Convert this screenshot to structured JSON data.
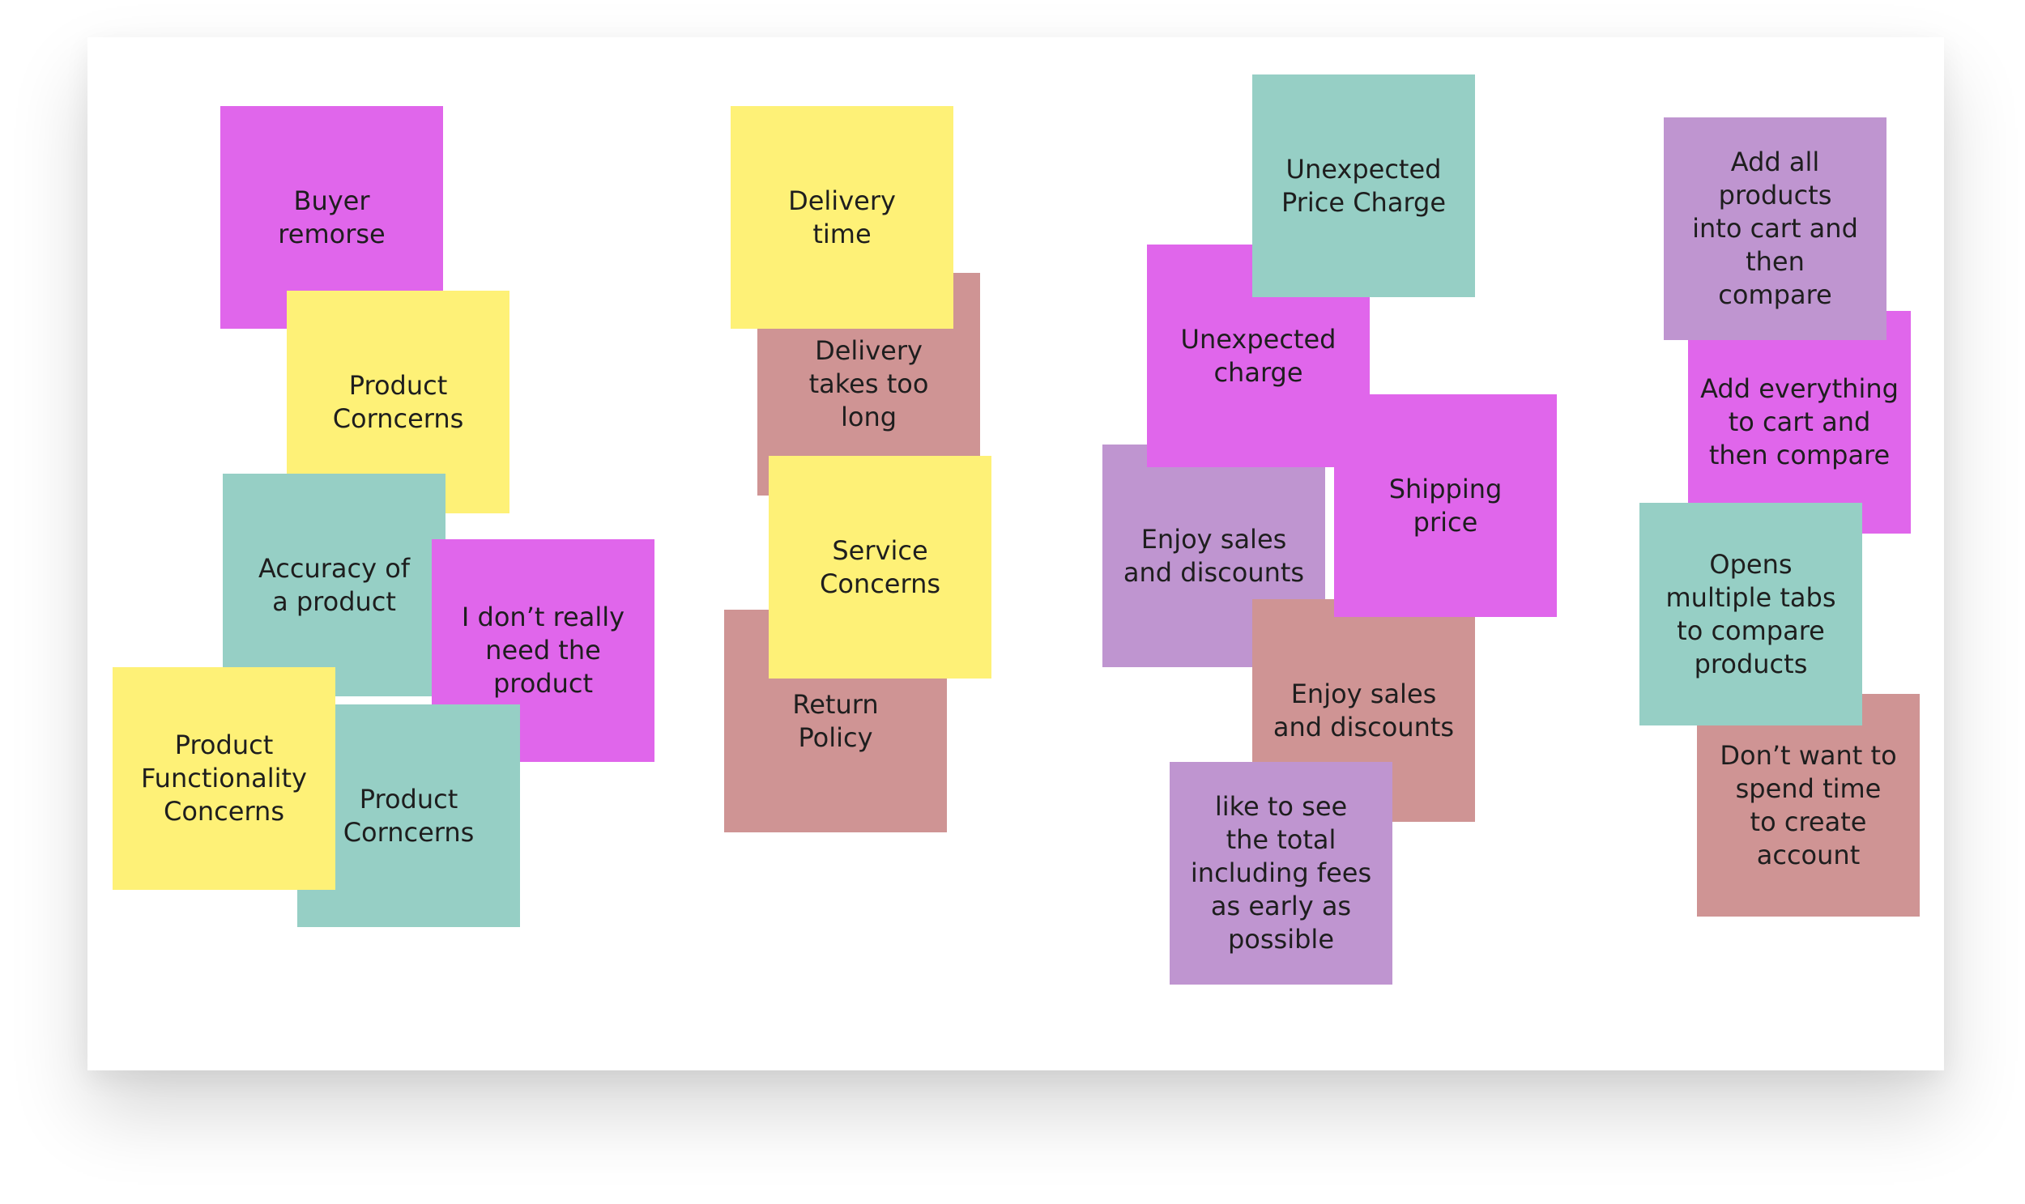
{
  "colors": {
    "magenta": "#E066EB",
    "yellow": "#FEF177",
    "teal": "#96CFC5",
    "rose": "#CF9494",
    "lilac": "#BF95D0"
  },
  "clusters": [
    {
      "notes": [
        {
          "text": "Buyer\nremorse",
          "color": "magenta"
        },
        {
          "text": "Product\nCorncerns",
          "color": "yellow"
        },
        {
          "text": "Accuracy of\na product",
          "color": "teal"
        },
        {
          "text": "I don’t really\nneed the\nproduct",
          "color": "magenta"
        },
        {
          "text": "Product\nCorncerns",
          "color": "teal"
        },
        {
          "text": "Product\nFunctionality\nConcerns",
          "color": "yellow"
        }
      ]
    },
    {
      "notes": [
        {
          "text": "Delivery\ntakes too\nlong",
          "color": "rose"
        },
        {
          "text": "Delivery\ntime",
          "color": "yellow"
        },
        {
          "text": "Return\nPolicy",
          "color": "rose"
        },
        {
          "text": "Service\nConcerns",
          "color": "yellow"
        }
      ]
    },
    {
      "notes": [
        {
          "text": "Enjoy sales\nand discounts",
          "color": "lilac"
        },
        {
          "text": "Unexpected\ncharge",
          "color": "magenta"
        },
        {
          "text": "Unexpected\nPrice Charge",
          "color": "teal"
        },
        {
          "text": "Enjoy sales\nand discounts",
          "color": "rose"
        },
        {
          "text": "Shipping\nprice",
          "color": "magenta"
        },
        {
          "text": "like to see\nthe total\nincluding fees\nas early as\npossible",
          "color": "lilac"
        }
      ]
    },
    {
      "notes": [
        {
          "text": "Add everything\nto cart and\nthen compare",
          "color": "magenta"
        },
        {
          "text": "Add all\nproducts\ninto cart and\nthen\ncompare",
          "color": "lilac"
        },
        {
          "text": "Don’t want to\nspend time\nto create\naccount",
          "color": "rose"
        },
        {
          "text": "Opens\nmultiple tabs\nto compare\nproducts",
          "color": "teal"
        }
      ]
    }
  ]
}
